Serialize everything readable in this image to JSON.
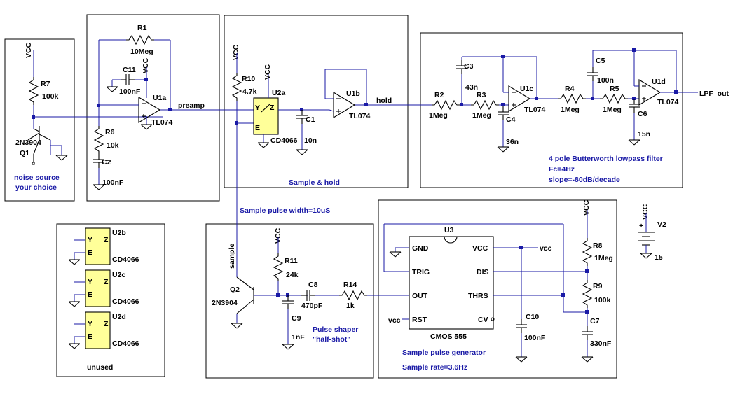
{
  "labels": {
    "vcc": "VCC",
    "vcc_lower": "vcc",
    "r1": "R1",
    "r1_val": "10Meg",
    "r2": "R2",
    "r2_val": "1Meg",
    "r3": "R3",
    "r3_val": "1Meg",
    "r4": "R4",
    "r4_val": "1Meg",
    "r5": "R5",
    "r5_val": "1Meg",
    "r6": "R6",
    "r6_val": "10k",
    "r7": "R7",
    "r7_val": "100k",
    "r8": "R8",
    "r8_val": "1Meg",
    "r9": "R9",
    "r9_val": "100k",
    "r10": "R10",
    "r10_val": "4.7k",
    "r11": "R11",
    "r11_val": "24k",
    "r14": "R14",
    "r14_val": "1k",
    "c1": "C1",
    "c1_val": "10n",
    "c2": "C2",
    "c2_val": "100nF",
    "c3": "C3",
    "c3_val": "43n",
    "c4": "C4",
    "c4_val": "36n",
    "c5": "C5",
    "c5_val": "100n",
    "c6": "C6",
    "c6_val": "15n",
    "c7": "C7",
    "c7_val": "330nF",
    "c8": "C8",
    "c8_val": "470pF",
    "c9": "C9",
    "c9_val": "1nF",
    "c10": "C10",
    "c10_val": "100nF",
    "c11": "C11",
    "c11_val": "100nF",
    "u1a": "U1a",
    "u1b": "U1b",
    "u1c": "U1c",
    "u1d": "U1d",
    "tl074": "TL074",
    "u2a": "U2a",
    "u2b": "U2b",
    "u2c": "U2c",
    "u2d": "U2d",
    "cd4066": "CD4066",
    "u3": "U3",
    "cmos555": "CMOS 555",
    "q1": "Q1",
    "q2": "Q2",
    "npn": "2N3904",
    "v2": "V2",
    "v2_val": "15",
    "net_preamp": "preamp",
    "net_hold": "hold",
    "net_sample": "sample",
    "net_lpf_out": "LPF_out",
    "pin_y": "Y",
    "pin_z": "Z",
    "pin_e": "E",
    "pin_gnd": "GND",
    "pin_trig": "TRIG",
    "pin_out": "OUT",
    "pin_rst": "RST",
    "pin_vcc": "VCC",
    "pin_dis": "DIS",
    "pin_thrs": "THRS",
    "pin_cv": "CV",
    "plus": "+",
    "minus": "−"
  },
  "notes": {
    "noise_1": "noise source",
    "noise_2": "your choice",
    "sample_hold": "Sample & hold",
    "filter_1": "4 pole Butterworth lowpass filter",
    "filter_2": "Fc=4Hz",
    "filter_3": "slope=-80dB/decade",
    "pulse_width": "Sample pulse width=10uS",
    "pulse_shaper_1": "Pulse shaper",
    "pulse_shaper_2": "\"half-shot\"",
    "gen_1": "Sample pulse generator",
    "gen_2": "Sample rate=3.6Hz",
    "unused": "unused"
  },
  "colors": {
    "wire": "#1a1aa6",
    "component": "#000000",
    "background": "#ffffff"
  }
}
